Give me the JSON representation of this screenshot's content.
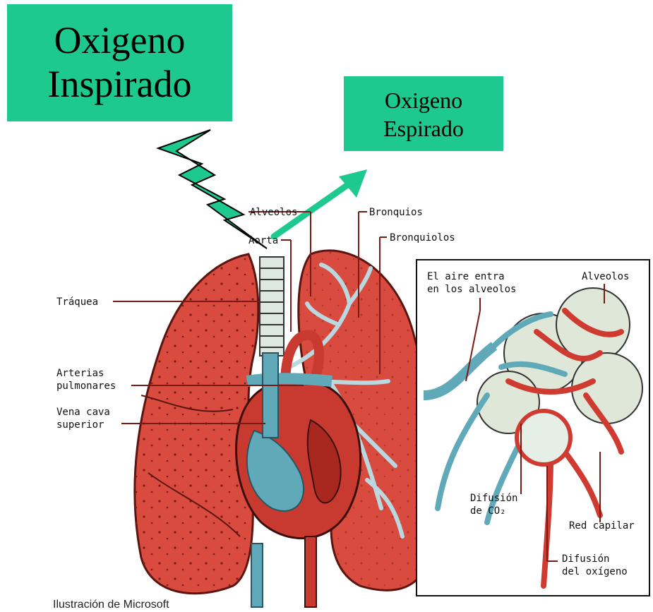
{
  "boxes": {
    "inspired": {
      "line1": "Oxigeno",
      "line2": "Inspirado"
    },
    "expired": {
      "line1": "Oxigeno",
      "line2": "Espirado"
    }
  },
  "labels": {
    "alveolos_top": "Alveolos",
    "aorta": "Aorta",
    "bronquios": "Bronquios",
    "bronquiolos": "Bronquiolos",
    "traquea": "Tráquea",
    "arterias_1": "Arterias",
    "arterias_2": "pulmonares",
    "vena_1": "Vena cava",
    "vena_2": "superior",
    "aire_1": "El aire entra",
    "aire_2": "en los alveolos",
    "alveolos_inset": "Alveolos",
    "difusion_co2_1": "Difusión",
    "difusion_co2_2": "de CO₂",
    "red_capilar": "Red capilar",
    "difusion_o2_1": "Difusión",
    "difusion_o2_2": "del oxígeno"
  },
  "credit": "Ilustración de Microsoft",
  "colors": {
    "box_green": "#1ec98f",
    "lung_red": "#d94b3f",
    "vessel_blue": "#5fa9b9",
    "arrow_green": "#1ec98f"
  }
}
